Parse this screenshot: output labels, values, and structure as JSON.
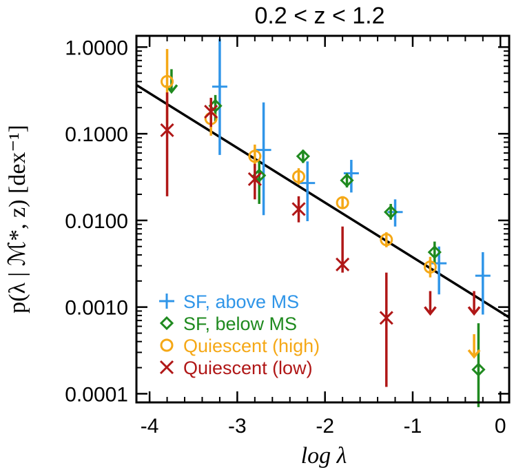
{
  "chart_data": {
    "type": "scatter",
    "title": "0.2 < z <  1.2",
    "xlabel": "log λ",
    "ylabel": "p(λ | ℳ*, z) [dex⁻¹]",
    "xlim": [
      -4.15,
      0.1
    ],
    "ylim_log10": [
      -4.1,
      0.13
    ],
    "yscale": "log",
    "x_ticks": [
      -4,
      -3,
      -2,
      -1,
      0
    ],
    "x_tick_labels": [
      "-4",
      "-3",
      "-2",
      "-1",
      "0"
    ],
    "y_ticks": [
      0.0001,
      0.001,
      0.01,
      0.1,
      1.0
    ],
    "y_tick_labels": [
      "0.0001",
      "0.0010",
      "0.0100",
      "0.1000",
      "1.0000"
    ],
    "fit_line": {
      "x": [
        -4.15,
        0.1
      ],
      "y": [
        0.365,
        0.00076
      ],
      "color": "#000000"
    },
    "series": [
      {
        "name": "SF, above MS",
        "marker": "plus",
        "color": "#2f95e8",
        "points": [
          {
            "x": -3.2,
            "y": 0.35,
            "ylo": 0.057,
            "yhi": 1.25
          },
          {
            "x": -2.7,
            "y": 0.065,
            "ylo": 0.0115,
            "yhi": 0.23
          },
          {
            "x": -2.2,
            "y": 0.027,
            "ylo": 0.0098,
            "yhi": 0.048
          },
          {
            "x": -1.7,
            "y": 0.035,
            "ylo": 0.021,
            "yhi": 0.05
          },
          {
            "x": -1.2,
            "y": 0.0125,
            "ylo": 0.0085,
            "yhi": 0.0175
          },
          {
            "x": -0.7,
            "y": 0.0032,
            "ylo": 0.0014,
            "yhi": 0.005
          },
          {
            "x": -0.2,
            "y": 0.0023,
            "ylo": 0.00082,
            "yhi": 0.0043
          }
        ]
      },
      {
        "name": "SF, below MS",
        "marker": "diamond",
        "color": "#1f8a1f",
        "points": [
          {
            "x": -3.75,
            "y": 0.4,
            "upper_limit": true
          },
          {
            "x": -3.25,
            "y": 0.21,
            "ylo": 0.14,
            "yhi": 0.28
          },
          {
            "x": -2.75,
            "y": 0.033,
            "ylo": 0.0155,
            "yhi": 0.048
          },
          {
            "x": -2.25,
            "y": 0.055,
            "ylo": 0.046,
            "yhi": 0.065
          },
          {
            "x": -1.75,
            "y": 0.029,
            "ylo": 0.024,
            "yhi": 0.035
          },
          {
            "x": -1.25,
            "y": 0.0125,
            "ylo": 0.0102,
            "yhi": 0.0155
          },
          {
            "x": -0.75,
            "y": 0.0043,
            "ylo": 0.0032,
            "yhi": 0.0057
          },
          {
            "x": -0.25,
            "y": 0.00019,
            "ylo": 7e-05,
            "yhi": 0.00065
          }
        ]
      },
      {
        "name": "Quiescent (high)",
        "marker": "circle",
        "color": "#f5a816",
        "points": [
          {
            "x": -3.8,
            "y": 0.4,
            "ylo": 0.13,
            "yhi": 0.95
          },
          {
            "x": -3.3,
            "y": 0.15,
            "ylo": 0.095,
            "yhi": 0.23
          },
          {
            "x": -2.8,
            "y": 0.055,
            "ylo": 0.04,
            "yhi": 0.075
          },
          {
            "x": -2.3,
            "y": 0.032,
            "ylo": 0.026,
            "yhi": 0.04
          },
          {
            "x": -1.8,
            "y": 0.016,
            "ylo": 0.0135,
            "yhi": 0.019
          },
          {
            "x": -1.3,
            "y": 0.006,
            "ylo": 0.0049,
            "yhi": 0.0073
          },
          {
            "x": -0.8,
            "y": 0.0029,
            "ylo": 0.0022,
            "yhi": 0.0038
          },
          {
            "x": -0.3,
            "y": 0.00035,
            "upper_limit": true
          }
        ]
      },
      {
        "name": "Quiescent (low)",
        "marker": "x",
        "color": "#b01717",
        "points": [
          {
            "x": -3.8,
            "y": 0.11,
            "ylo": 0.019,
            "yhi": 0.3
          },
          {
            "x": -3.3,
            "y": 0.18,
            "ylo": 0.12,
            "yhi": 0.26
          },
          {
            "x": -2.8,
            "y": 0.03,
            "ylo": 0.0175,
            "yhi": 0.045
          },
          {
            "x": -2.3,
            "y": 0.0135,
            "ylo": 0.0095,
            "yhi": 0.019
          },
          {
            "x": -1.8,
            "y": 0.0031,
            "ylo": 0.0025,
            "yhi": 0.0085
          },
          {
            "x": -1.3,
            "y": 0.00075,
            "ylo": 0.00012,
            "yhi": 0.0025
          },
          {
            "x": -0.8,
            "y": 0.0011,
            "upper_limit": true
          },
          {
            "x": -0.3,
            "y": 0.0011,
            "upper_limit": true
          }
        ]
      }
    ],
    "legend": {
      "placement": "lower-left",
      "entries": [
        {
          "label": "SF, above MS",
          "marker": "plus",
          "color": "#2f95e8"
        },
        {
          "label": "SF, below MS",
          "marker": "diamond",
          "color": "#1f8a1f"
        },
        {
          "label": "Quiescent (high)",
          "marker": "circle",
          "color": "#f5a816"
        },
        {
          "label": "Quiescent (low)",
          "marker": "x",
          "color": "#b01717"
        }
      ]
    }
  }
}
